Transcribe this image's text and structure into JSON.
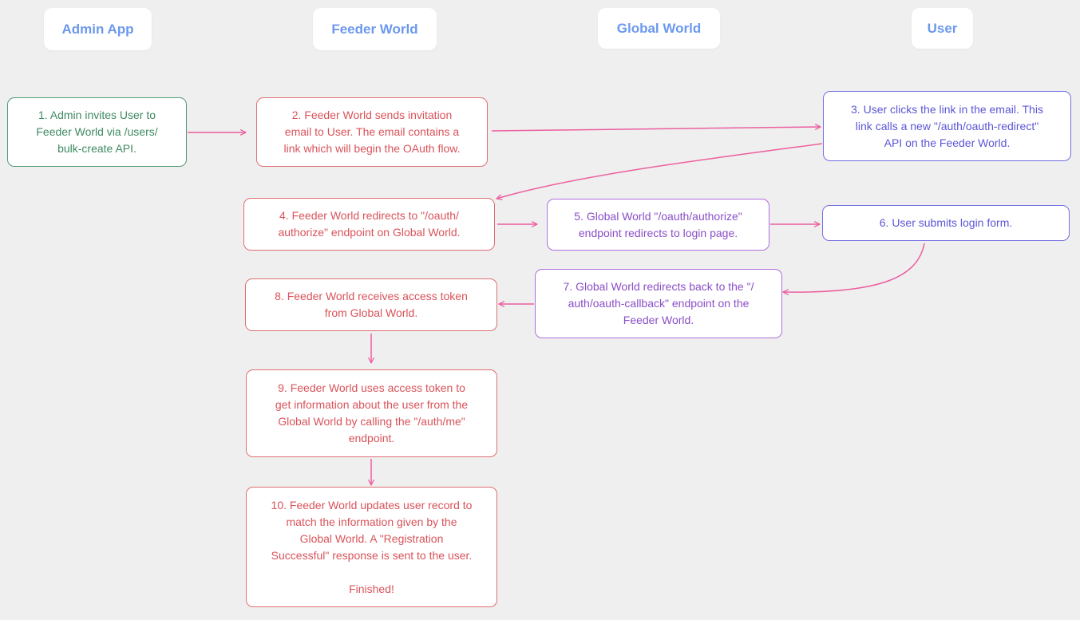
{
  "lanes": {
    "admin_app": "Admin App",
    "feeder_world": "Feeder World",
    "global_world": "Global World",
    "user": "User"
  },
  "steps": {
    "s1": "1. Admin invites User to\nFeeder World via /users/\nbulk-create API.",
    "s2": "2. Feeder World sends invitation\nemail to User. The email contains a\nlink which will begin the OAuth flow.",
    "s3": "3. User clicks the link in the email. This\nlink calls a new \"/auth/oauth-redirect\"\nAPI on the Feeder World.",
    "s4": "4. Feeder World redirects to \"/oauth/\nauthorize\" endpoint on Global World.",
    "s5": "5. Global World \"/oauth/authorize\"\nendpoint redirects to login page.",
    "s6": "6. User submits login form.",
    "s7": "7. Global World redirects back to the \"/\nauth/oauth-callback\" endpoint on the\nFeeder World.",
    "s8": "8. Feeder World receives access token\nfrom Global World.",
    "s9": "9. Feeder World uses access token to\nget information about the user from the\nGlobal World by calling the \"/auth/me\"\nendpoint.",
    "s10": "10. Feeder World updates user record to\nmatch the information given by the\nGlobal World. A \"Registration\nSuccessful\" response is sent to the user.\n\nFinished!"
  },
  "colors": {
    "background": "#efefef",
    "lane_header_text": "#6c98ee",
    "admin_step": "#4e9c76",
    "feeder_step": "#e06f72",
    "global_step": "#b16ee0",
    "user_step": "#7370e3",
    "arrow": "#ec5fa0"
  }
}
